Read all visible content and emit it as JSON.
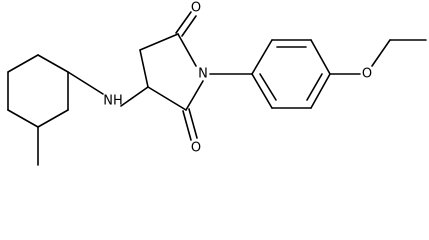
{
  "molecule": {
    "atoms": {
      "oxygen_top": "O",
      "oxygen_bottom": "O",
      "nitrogen_ring": "N",
      "amine": "NH",
      "oxygen_ether": "O"
    }
  }
}
